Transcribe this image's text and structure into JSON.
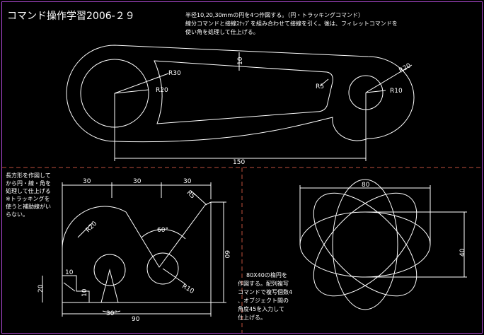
{
  "title": "コマンド操作学習2006-２９",
  "notes": {
    "top_line1": "半径10,20,30mmの円を4つ作図する。（円・トラッキングコマンド）",
    "top_line2": "線分コマンドと接線ｽﾅｯﾌﾟを組み合わせて接線を引く。後は、フィレットコマンドを",
    "top_line3": "使い角を処理して仕上げる。",
    "left_line1": "長方形を作図して",
    "left_line2": "から円・線・角を",
    "left_line3": "処理して仕上げる",
    "left_line4": "※トラッキングを",
    "left_line5": "使うと補助線がい",
    "left_line6": "らない。",
    "bottom_line1": "80X40の楕円を",
    "bottom_line2": "作図する。配列複写",
    "bottom_line3": "コマンドで複写個数4",
    "bottom_line4": "、オブジェクト間の",
    "bottom_line5": "角度45を入力して",
    "bottom_line6": "仕上げる。"
  },
  "top_drawing": {
    "dim_10": "10",
    "dim_R30": "R30",
    "dim_R20": "R20",
    "dim_R5": "R5",
    "dim_R20_right": "R20",
    "dim_R10": "R10",
    "dim_150": "150"
  },
  "left_drawing": {
    "dim_30_a": "30",
    "dim_30_b": "30",
    "dim_30_c": "30",
    "dim_R5": "R5",
    "dim_R20": "R20",
    "dim_60deg": "60°",
    "dim_60": "60",
    "dim_10_a": "10",
    "dim_10_b": "10",
    "dim_20": "20",
    "dim_R10": "R10",
    "dim_30deg": "30°",
    "dim_90": "90"
  },
  "right_drawing": {
    "dim_80": "80",
    "dim_40": "40"
  }
}
